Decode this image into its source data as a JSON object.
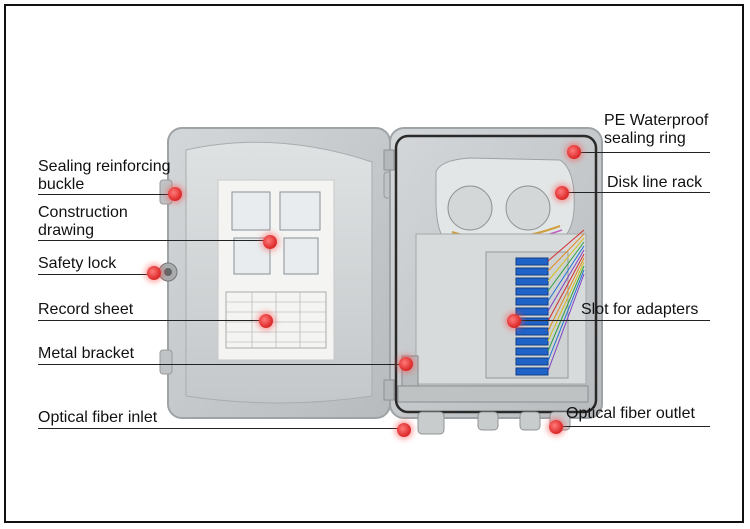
{
  "callouts": {
    "sealing_reinforcing_buckle": "Sealing reinforcing\nbuckle",
    "construction_drawing": "Construction\ndrawing",
    "safety_lock": "Safety lock",
    "record_sheet": "Record sheet",
    "metal_bracket": "Metal bracket",
    "optical_fiber_inlet": "Optical fiber inlet",
    "pe_waterproof": "PE Waterproof\nsealing ring",
    "disk_line_rack": "Disk line rack",
    "slot_for_adapters": "Slot for adapters",
    "optical_fiber_outlet": "Optical fiber outlet"
  },
  "colors": {
    "enclosure": "#c9ccce",
    "adapter_blue": "#1f62c8",
    "marker_red": "#e03030"
  }
}
